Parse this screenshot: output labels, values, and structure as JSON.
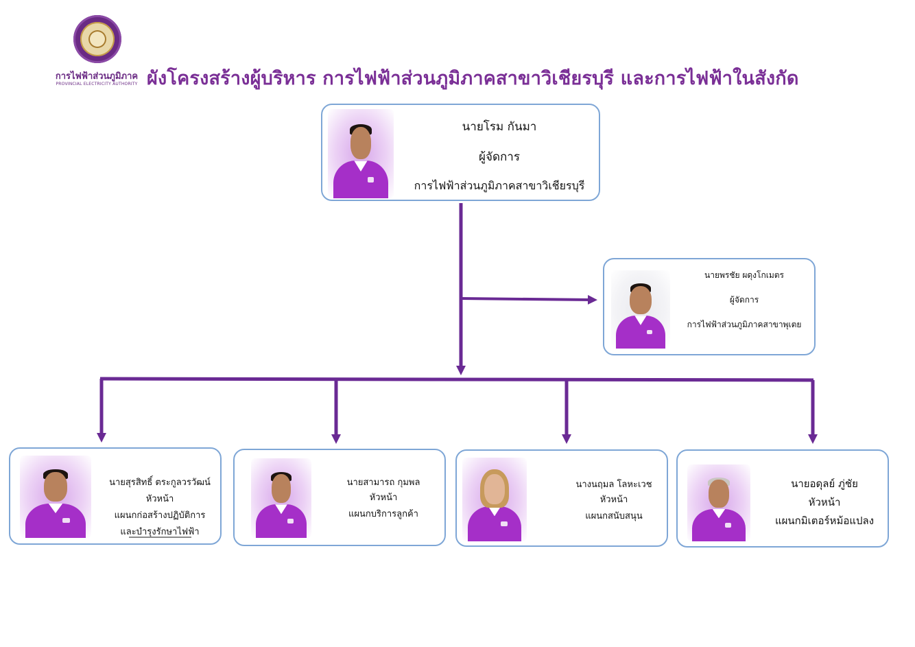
{
  "header": {
    "logo_th": "การไฟฟ้าส่วนภูมิภาค",
    "logo_en": "PROVINCIAL ELECTRICITY AUTHORITY",
    "title": "ผังโครงสร้างผู้บริหาร การไฟฟ้าส่วนภูมิภาคสาขาวิเชียรบุรี และการไฟฟ้าในสังกัด"
  },
  "colors": {
    "accent": "#7a2f96",
    "line": "#6a2a94",
    "card_border": "#7ea6d6",
    "shirt": "#a52fc8"
  },
  "manager": {
    "name": "นายโรม กันมา",
    "position": "ผู้จัดการ",
    "office": "การไฟฟ้าส่วนภูมิภาคสาขาวิเชียรบุรี"
  },
  "sub_office": {
    "name": "นายพรชัย ผดุงโกเมตร",
    "position": "ผู้จัดการ",
    "office": "การไฟฟ้าส่วนภูมิภาคสาขาพุเตย"
  },
  "heads": [
    {
      "name": "นายสุรสิทธิ์  ตระกูลวรวัฒน์",
      "position": "หัวหน้า",
      "dept_line1": "แผนกก่อสร้างปฏิบัติการ",
      "dept_line2": "และบำรุงรักษาไฟฟ้า"
    },
    {
      "name": "นายสามารถ   กุมพล",
      "position": "หัวหน้า",
      "dept_line1": "แผนกบริการลูกค้า"
    },
    {
      "name": "นางนฤมล  โลหะเวช",
      "position": "หัวหน้า",
      "dept_line1": "แผนกสนับสนุน"
    },
    {
      "name": "นายอดุลย์  ภู่ชัย",
      "position": "หัวหน้า",
      "dept_line1": "แผนกมิเตอร์หม้อแปลง"
    }
  ]
}
